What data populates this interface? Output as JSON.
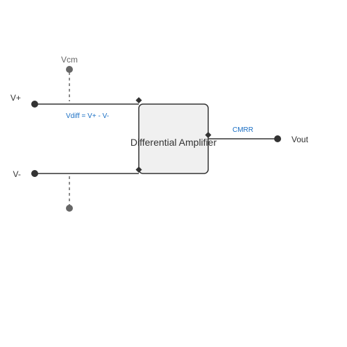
{
  "labels": {
    "vcm": "Vcm",
    "vplus": "V+",
    "vminus": "V-",
    "vout": "Vout",
    "amplifier": "Differential Amplifier",
    "vdiff": "Vdiff = V+ - V-",
    "cmrr": "CMRR"
  },
  "colors": {
    "stroke": "#333333",
    "terminal": "#333333",
    "cm_terminal": "#666666",
    "block_fill": "#f0f0f0",
    "annotation": "#1a6fc4",
    "label": "#333333",
    "muted_label": "#666666"
  }
}
